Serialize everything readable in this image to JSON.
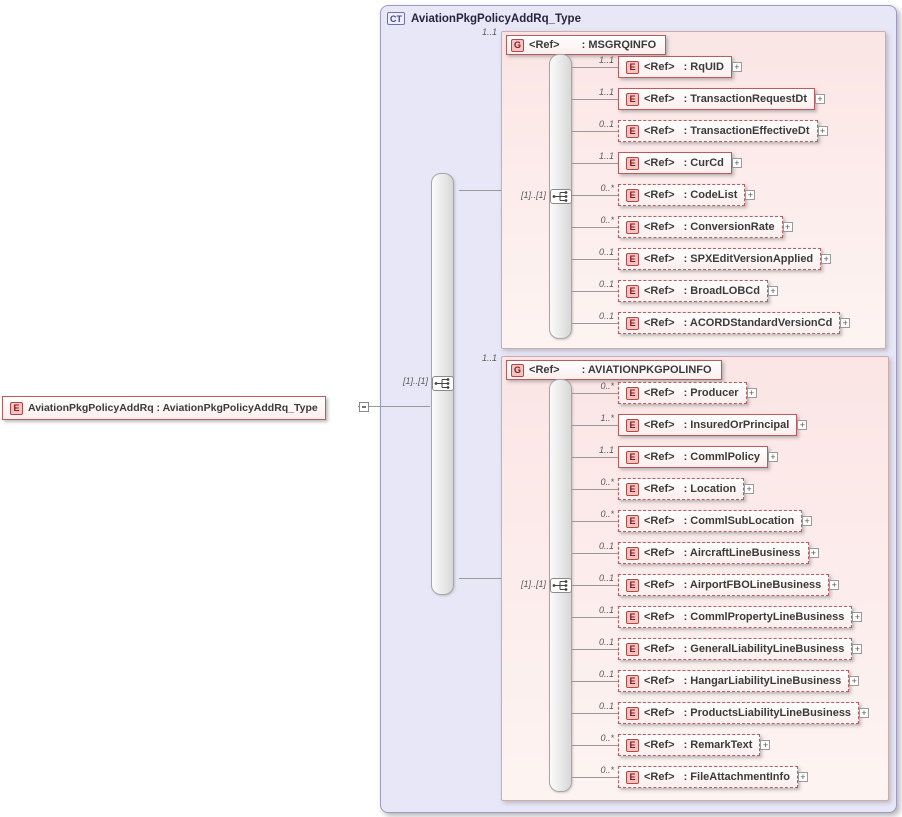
{
  "badges": {
    "element": "E",
    "group": "G",
    "complex_type": "CT"
  },
  "symbols": {
    "expand": "+"
  },
  "root_element": {
    "label": "AviationPkgPolicyAddRq : AviationPkgPolicyAddRq_Type"
  },
  "complex_type": {
    "title": "AviationPkgPolicyAddRq_Type",
    "seq_occurrence": "[1]..[1]"
  },
  "groups": [
    {
      "ref": "<Ref>",
      "name": ": MSGRQINFO",
      "occurrence": "1..1",
      "seq_occurrence": "[1]..[1]",
      "children": [
        {
          "occurrence": "1..1",
          "ref": "<Ref>",
          "name": ": RqUID"
        },
        {
          "occurrence": "1..1",
          "ref": "<Ref>",
          "name": ": TransactionRequestDt"
        },
        {
          "occurrence": "0..1",
          "ref": "<Ref>",
          "name": ": TransactionEffectiveDt"
        },
        {
          "occurrence": "1..1",
          "ref": "<Ref>",
          "name": ": CurCd"
        },
        {
          "occurrence": "0..*",
          "ref": "<Ref>",
          "name": ": CodeList"
        },
        {
          "occurrence": "0..*",
          "ref": "<Ref>",
          "name": ": ConversionRate"
        },
        {
          "occurrence": "0..1",
          "ref": "<Ref>",
          "name": ": SPXEditVersionApplied"
        },
        {
          "occurrence": "0..1",
          "ref": "<Ref>",
          "name": ": BroadLOBCd"
        },
        {
          "occurrence": "0..1",
          "ref": "<Ref>",
          "name": ": ACORDStandardVersionCd"
        }
      ]
    },
    {
      "ref": "<Ref>",
      "name": ": AVIATIONPKGPOLINFO",
      "occurrence": "1..1",
      "seq_occurrence": "[1]..[1]",
      "children": [
        {
          "occurrence": "0..*",
          "ref": "<Ref>",
          "name": ": Producer"
        },
        {
          "occurrence": "1..*",
          "ref": "<Ref>",
          "name": ": InsuredOrPrincipal"
        },
        {
          "occurrence": "1..1",
          "ref": "<Ref>",
          "name": ": CommlPolicy"
        },
        {
          "occurrence": "0..*",
          "ref": "<Ref>",
          "name": ": Location"
        },
        {
          "occurrence": "0..*",
          "ref": "<Ref>",
          "name": ": CommlSubLocation"
        },
        {
          "occurrence": "0..1",
          "ref": "<Ref>",
          "name": ": AircraftLineBusiness"
        },
        {
          "occurrence": "0..1",
          "ref": "<Ref>",
          "name": ": AirportFBOLineBusiness"
        },
        {
          "occurrence": "0..1",
          "ref": "<Ref>",
          "name": ": CommlPropertyLineBusiness"
        },
        {
          "occurrence": "0..1",
          "ref": "<Ref>",
          "name": ": GeneralLiabilityLineBusiness"
        },
        {
          "occurrence": "0..1",
          "ref": "<Ref>",
          "name": ": HangarLiabilityLineBusiness"
        },
        {
          "occurrence": "0..1",
          "ref": "<Ref>",
          "name": ": ProductsLiabilityLineBusiness"
        },
        {
          "occurrence": "0..*",
          "ref": "<Ref>",
          "name": ": RemarkText"
        },
        {
          "occurrence": "0..*",
          "ref": "<Ref>",
          "name": ": FileAttachmentInfo"
        }
      ]
    }
  ],
  "colors": {
    "ct_background": "#e7e7f8",
    "ct_border": "#9a9ac4",
    "panel_background": "#fbe5e5",
    "box_border": "#b85c5c",
    "badge_background": "#f6c2c2",
    "connector_line": "#999999"
  }
}
